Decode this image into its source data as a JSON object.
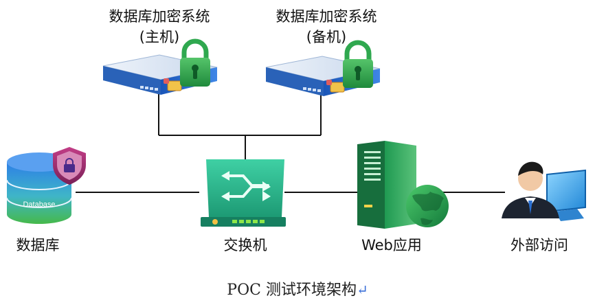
{
  "labels": {
    "enc_primary_name": "数据库加密系统",
    "enc_primary_role": "(主机)",
    "enc_backup_name": "数据库加密系统",
    "enc_backup_role": "(备机)",
    "database": "数据库",
    "switch": "交换机",
    "web_app": "Web应用",
    "external": "外部访问",
    "db_cylinder_text": "Database"
  },
  "caption": {
    "text": "POC 测试环境架构",
    "return_mark": "↵"
  },
  "colors": {
    "line": "#111111",
    "appliance_blue": "#1e63c8",
    "appliance_top": "#dfe9f5",
    "lock_green": "#2fa84f",
    "switch_green": "#27b28b",
    "server_green": "#1d8a4e",
    "db_blue": "#2c7be5",
    "db_green": "#39b54a",
    "shield_purple": "#a0306e"
  }
}
